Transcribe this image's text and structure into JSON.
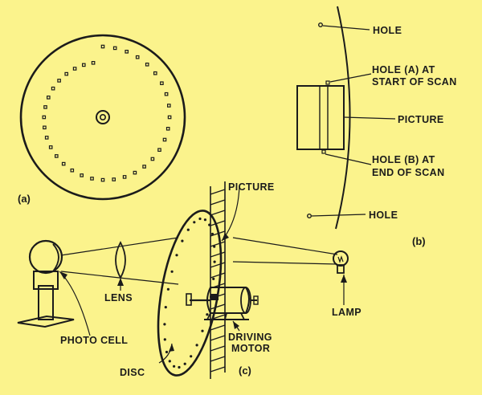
{
  "colors": {
    "background": "#fbf38c",
    "ink": "#1b1b1b"
  },
  "panel_a": {
    "caption": "(a)",
    "hole_count": 36
  },
  "panel_b": {
    "caption": "(b)",
    "labels": {
      "hole_top": "HOLE",
      "hole_a_line1": "HOLE (A) AT",
      "hole_a_line2": "START OF SCAN",
      "picture": "PICTURE",
      "hole_b_line1": "HOLE (B) AT",
      "hole_b_line2": "END OF SCAN",
      "hole_bottom": "HOLE"
    }
  },
  "panel_c": {
    "caption": "(c)",
    "labels": {
      "picture": "PICTURE",
      "lens": "LENS",
      "photo_cell": "PHOTO CELL",
      "disc": "DISC",
      "driving_line1": "DRIVING",
      "driving_line2": "MOTOR",
      "lamp": "LAMP"
    }
  }
}
